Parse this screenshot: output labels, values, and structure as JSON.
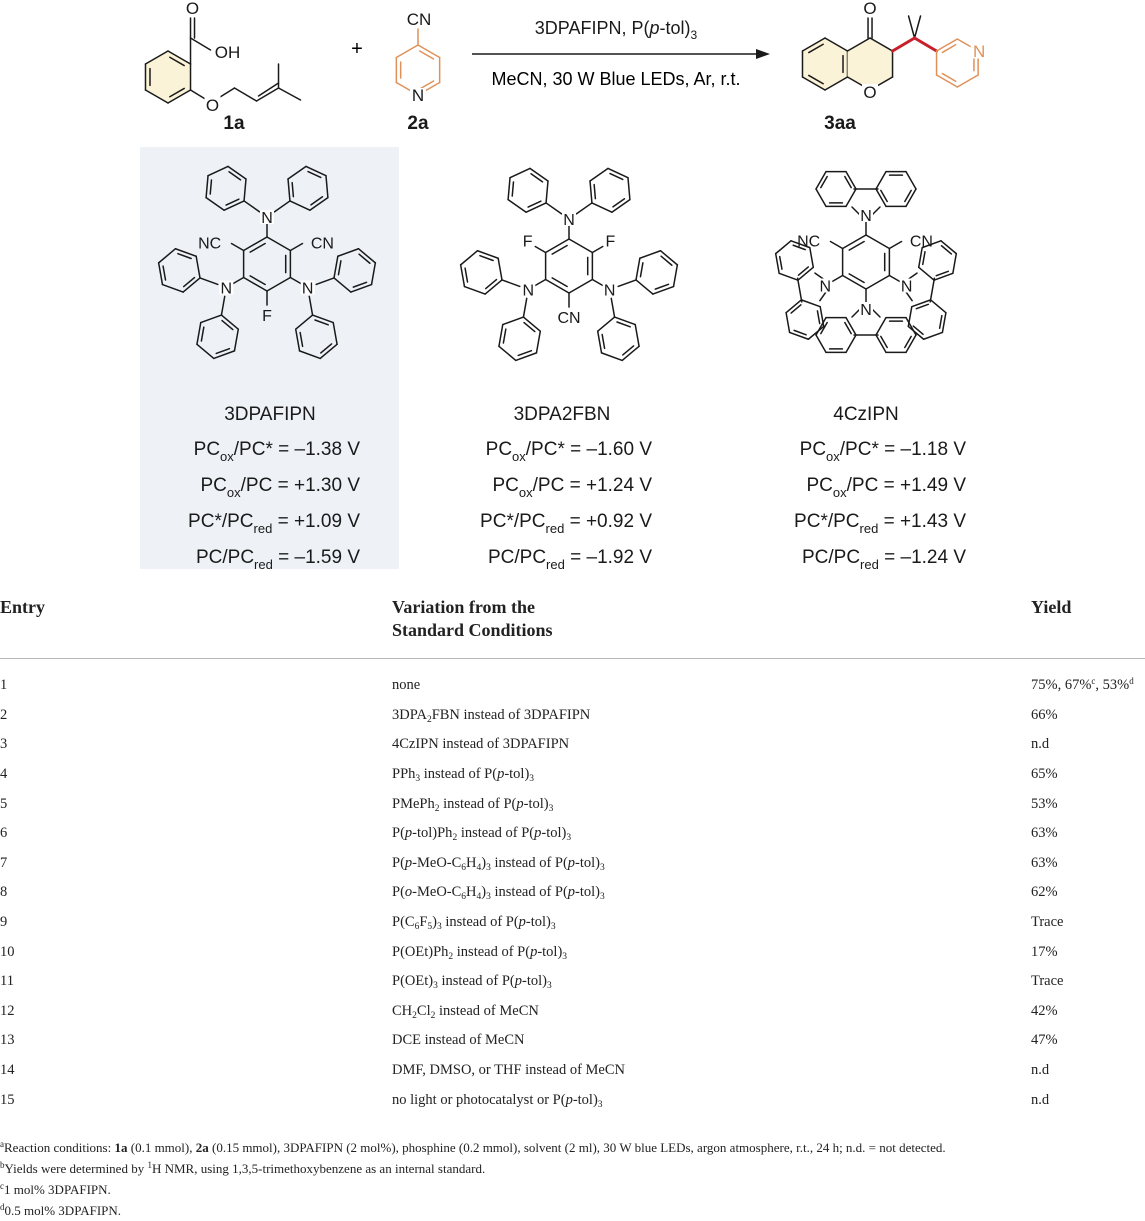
{
  "scheme": {
    "reagent_line1": "3DPAFIPN, P(p-tol)3",
    "reagent_line2": "MeCN, 30 W Blue LEDs, Ar, r.t.",
    "plus": "+",
    "sm1_label": "1a",
    "sm2_label": "2a",
    "product_label": "3aa",
    "atom_OH": "OH",
    "atom_O": "O",
    "atom_CN": "CN",
    "atom_NC": "NC",
    "atom_N": "N",
    "atom_F": "F",
    "catalysts": [
      {
        "name": "3DPAFIPN",
        "pc_ox_star": "–1.38 V",
        "pc_ox": "+1.30 V",
        "pc_star_red": "+1.09 V",
        "pc_red": "–1.59 V"
      },
      {
        "name": "3DPA2FBN",
        "pc_ox_star": "–1.60 V",
        "pc_ox": "+1.24 V",
        "pc_star_red": "+0.92 V",
        "pc_red": "–1.92 V"
      },
      {
        "name": "4CzIPN",
        "pc_ox_star": "–1.18 V",
        "pc_ox": "+1.49 V",
        "pc_star_red": "+1.43 V",
        "pc_red": "–1.24 V"
      }
    ]
  },
  "table": {
    "headers": {
      "entry": "Entry",
      "variation_line1": "Variation from the",
      "variation_line2": "Standard Conditions",
      "yield": "Yield"
    },
    "rows": [
      {
        "entry": "1",
        "variation": "none",
        "yield": "75%, 67%c, 53%d"
      },
      {
        "entry": "2",
        "variation": "3DPA2FBN instead of 3DPAFIPN",
        "yield": "66%"
      },
      {
        "entry": "3",
        "variation": "4CzIPN instead of 3DPAFIPN",
        "yield": "n.d"
      },
      {
        "entry": "4",
        "variation": "PPh3 instead of P(p-tol)3",
        "yield": "65%"
      },
      {
        "entry": "5",
        "variation": "PMePh2 instead of P(p-tol)3",
        "yield": "53%"
      },
      {
        "entry": "6",
        "variation": "P(p-tol)Ph2 instead of P(p-tol)3",
        "yield": "63%"
      },
      {
        "entry": "7",
        "variation": "P(p-MeO-C6H4)3 instead of P(p-tol)3",
        "yield": "63%"
      },
      {
        "entry": "8",
        "variation": "P(o-MeO-C6H4)3 instead of P(p-tol)3",
        "yield": "62%"
      },
      {
        "entry": "9",
        "variation": "P(C6F5)3 instead of P(p-tol)3",
        "yield": "Trace"
      },
      {
        "entry": "10",
        "variation": "P(OEt)Ph2 instead of P(p-tol)3",
        "yield": "17%"
      },
      {
        "entry": "11",
        "variation": "P(OEt)3 instead of P(p-tol)3",
        "yield": "Trace"
      },
      {
        "entry": "12",
        "variation": "CH2Cl2 instead of MeCN",
        "yield": "42%"
      },
      {
        "entry": "13",
        "variation": "DCE instead of MeCN",
        "yield": "47%"
      },
      {
        "entry": "14",
        "variation": "DMF, DMSO, or THF instead of MeCN",
        "yield": "n.d"
      },
      {
        "entry": "15",
        "variation": "no light or photocatalyst or P(p-tol)3",
        "yield": "n.d"
      }
    ]
  },
  "footnotes": [
    "aReaction conditions: 1a (0.1 mmol), 2a (0.15 mmol), 3DPAFIPN (2 mol%), phosphine (0.2 mmol), solvent (2 ml), 30 W blue LEDs, argon atmosphere, r.t., 24 h; n.d. = not detected.",
    "bYields were determined by 1H NMR, using 1,3,5-trimethoxybenzene as an internal standard.",
    "c1 mol% 3DPAFIPN.",
    "d0.5 mol% 3DPAFIPN."
  ],
  "colors": {
    "benzo_fill": "#fbf3d7",
    "pyridine_orange": "#e0915a",
    "new_bond_red": "#c8202a",
    "highlight_panel": "#eef2f7",
    "bond": "#1a1a1a"
  }
}
